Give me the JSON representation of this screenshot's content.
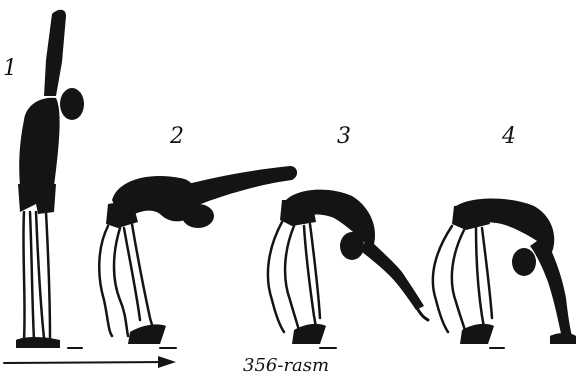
{
  "figure": {
    "step_numbers": [
      "1",
      "2",
      "3",
      "4"
    ],
    "caption": "356-rasm"
  },
  "colors": {
    "ink": "#141414",
    "background": "#ffffff"
  },
  "icons": [
    "gymnast-standing-arms-up",
    "gymnast-bending-back",
    "gymnast-bridge-forming",
    "gymnast-full-bridge",
    "direction-arrow"
  ]
}
